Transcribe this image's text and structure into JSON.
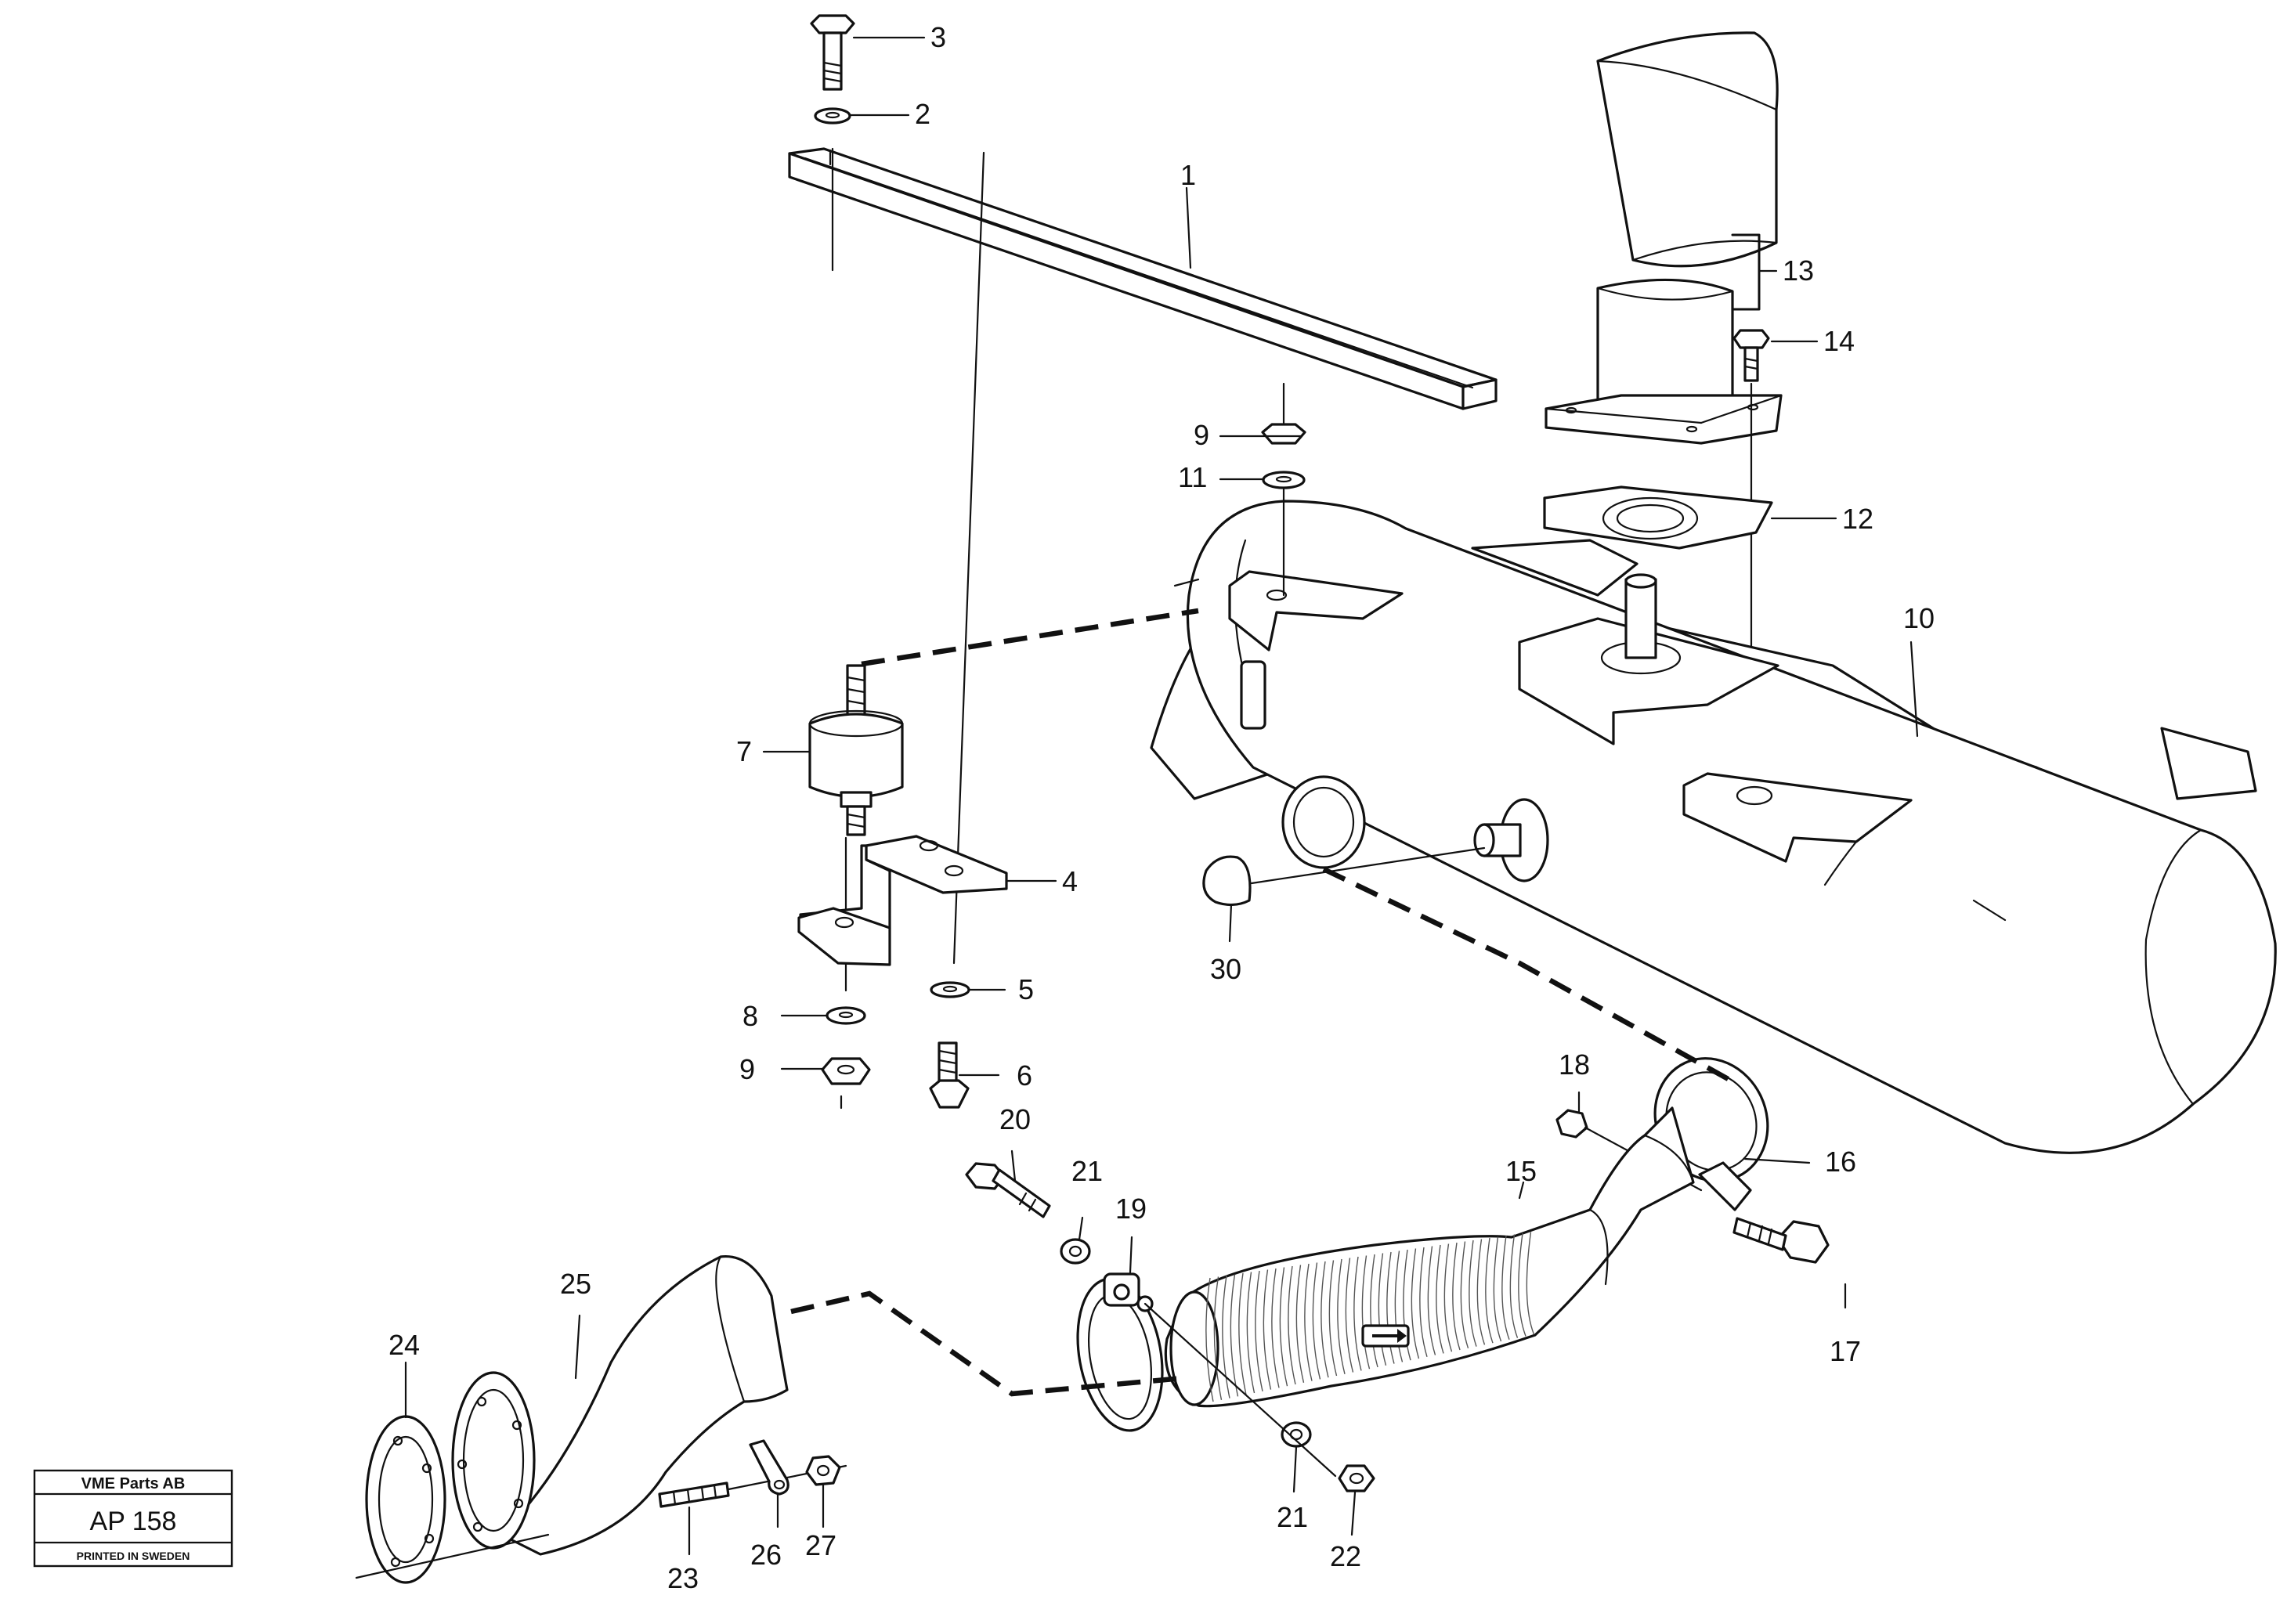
{
  "title_block": {
    "company": "VME Parts AB",
    "code": "AP 158",
    "printed": "PRINTED IN SWEDEN"
  },
  "callouts": [
    "1",
    "2",
    "3",
    "4",
    "5",
    "6",
    "7",
    "8",
    "9",
    "9",
    "10",
    "11",
    "12",
    "13",
    "14",
    "15",
    "16",
    "17",
    "18",
    "19",
    "20",
    "21",
    "21",
    "22",
    "23",
    "24",
    "25",
    "26",
    "27",
    "30"
  ]
}
